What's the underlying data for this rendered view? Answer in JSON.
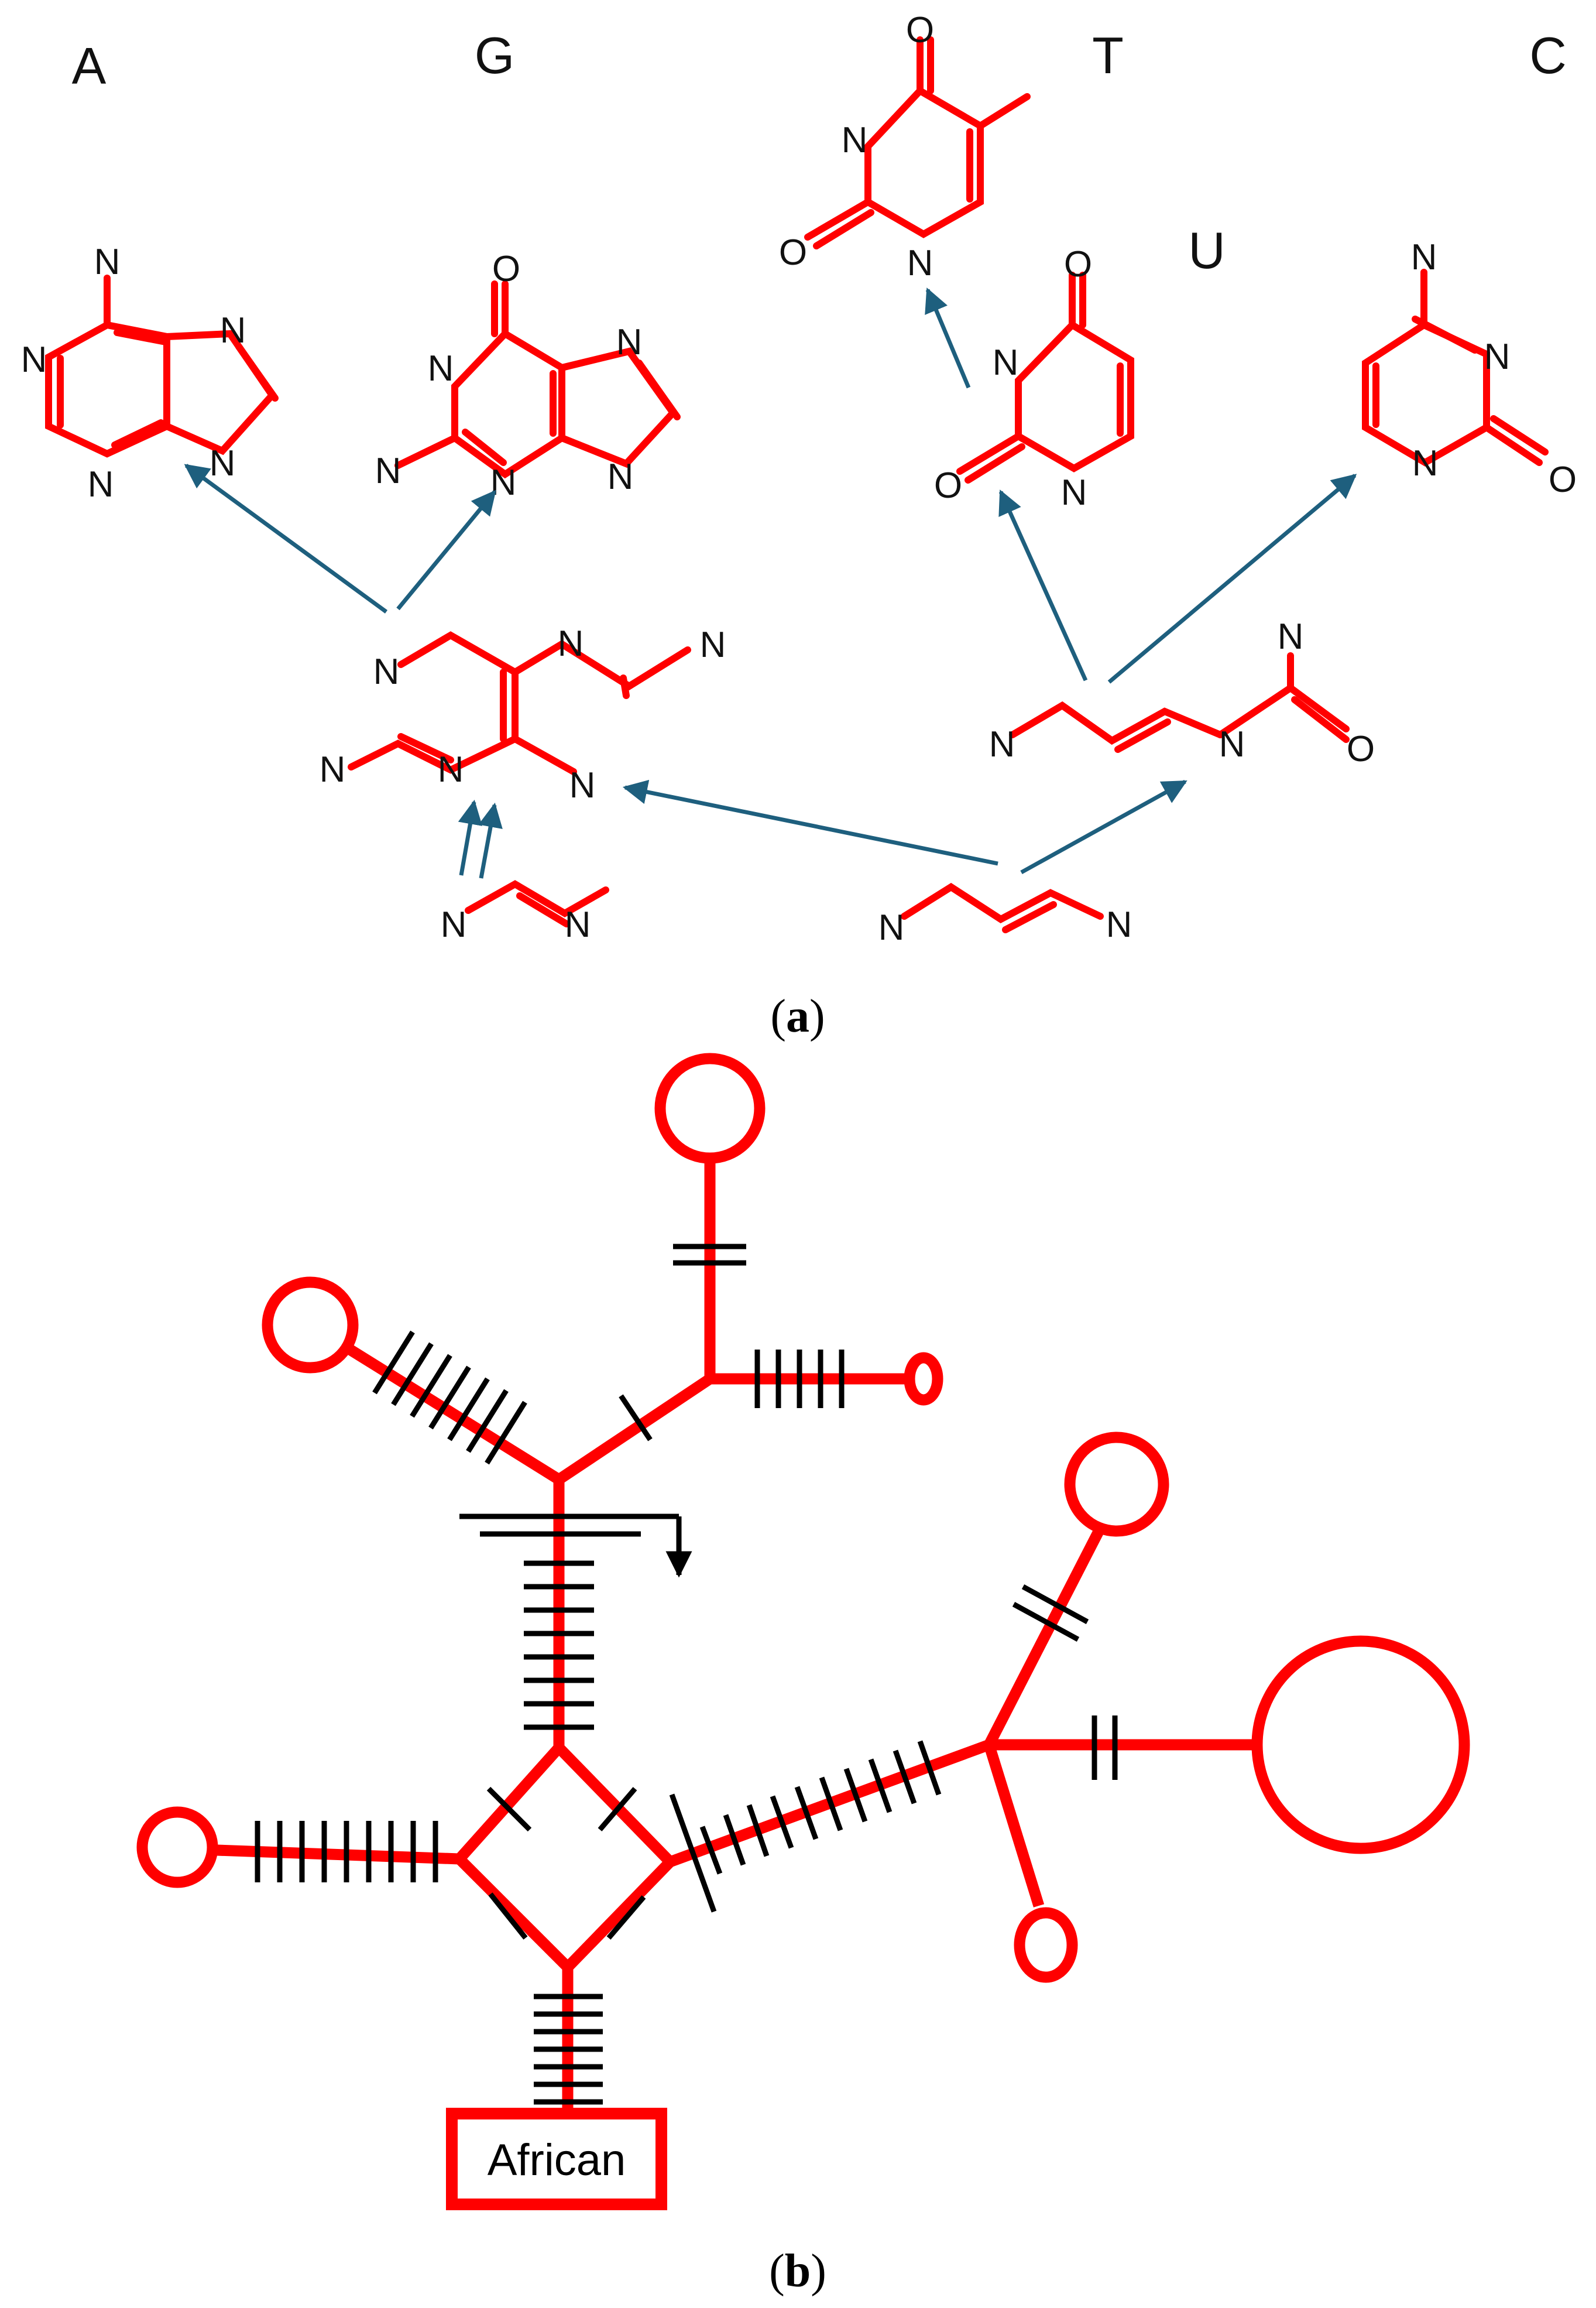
{
  "panel_a": {
    "base_letters": {
      "A": "A",
      "G": "G",
      "T": "T",
      "C": "C",
      "U": "U"
    },
    "atoms": {
      "N": "N",
      "O": "O"
    },
    "caption_open": "(",
    "caption_letter": "a",
    "caption_close": ")"
  },
  "panel_b": {
    "root_label": "African",
    "caption_open": "(",
    "caption_letter": "b",
    "caption_close": ")"
  },
  "colors": {
    "structure": "#ff0000",
    "arrows": "#1e5f7e",
    "mutation_marks": "#000000",
    "text": "#000000"
  }
}
